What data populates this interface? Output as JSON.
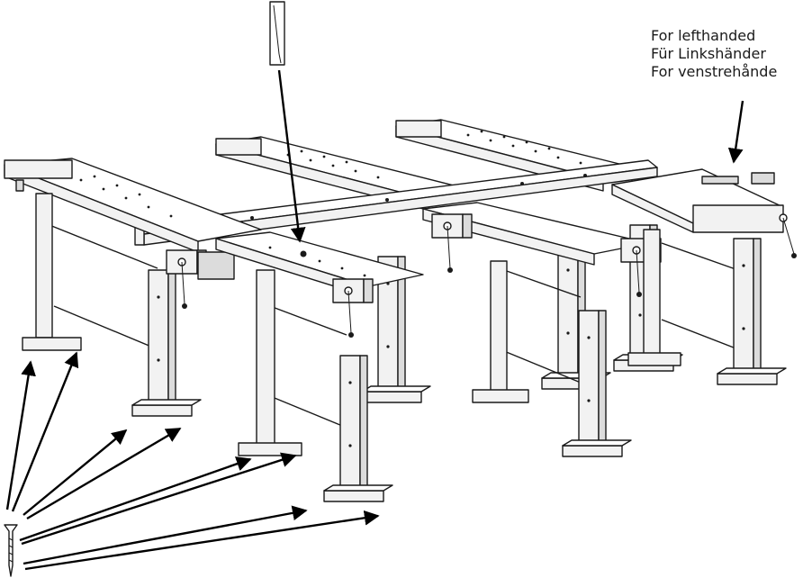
{
  "figure": {
    "callout_lines": [
      "For lefthanded",
      "Für Linkshänder",
      "For venstrehånde"
    ],
    "parts": {
      "top_part": "wedge-icon",
      "bottom_part": "screw-icon",
      "assembly": "workbench-assembly"
    },
    "colors": {
      "ink": "#1a1a1a",
      "paper": "#ffffff"
    }
  }
}
